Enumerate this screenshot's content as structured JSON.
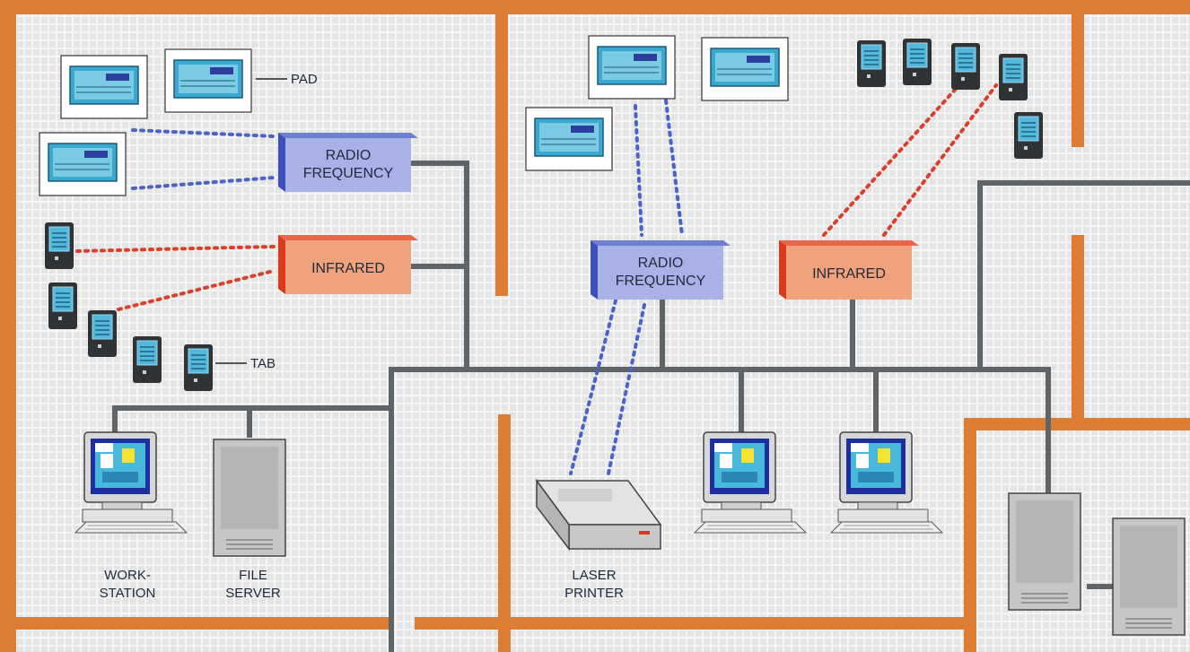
{
  "labels": {
    "pad": "PAD",
    "tab": "TAB",
    "rf_left_1": "RADIO",
    "rf_left_2": "FREQUENCY",
    "ir_left": "INFRARED",
    "rf_center_1": "RADIO",
    "rf_center_2": "FREQUENCY",
    "ir_right": "INFRARED",
    "workstation_1": "WORK-",
    "workstation_2": "STATION",
    "fileserver_1": "FILE",
    "fileserver_2": "SERVER",
    "printer_1": "LASER",
    "printer_2": "PRINTER"
  },
  "colors": {
    "wall": "#dd7d33",
    "wall_dark": "#b85a1e",
    "cable": "#5f6468",
    "rf_box": "#a8b2e6",
    "rf_box_side": "#3d4fb8",
    "ir_box": "#f0a27c",
    "ir_box_side": "#d83a1e",
    "radio_wave": "#4a62c9",
    "ir_wave": "#d9402a",
    "grid_bg": "#ebebeb",
    "screen": "#4fb6d8"
  },
  "icons": [
    "pad-device-icon",
    "tab-device-icon",
    "workstation-computer-icon",
    "file-server-icon",
    "laser-printer-icon"
  ]
}
